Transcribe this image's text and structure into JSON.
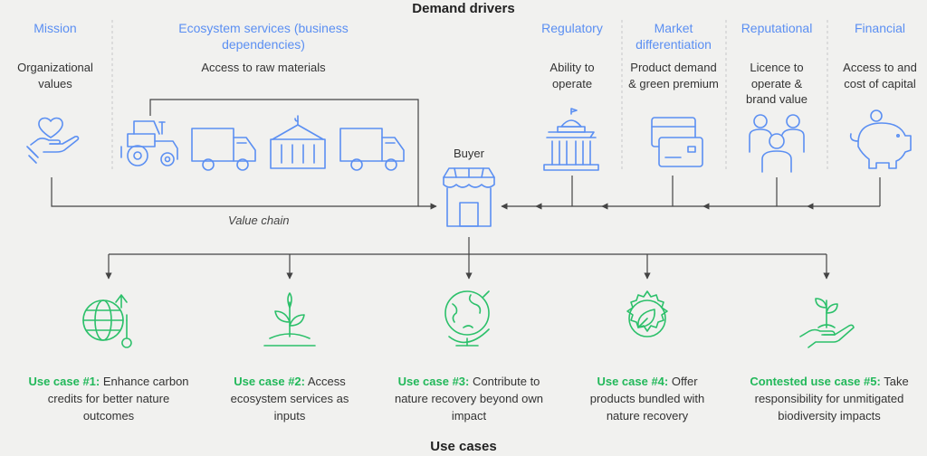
{
  "header": {
    "title": "Demand drivers"
  },
  "footer": {
    "title": "Use cases"
  },
  "drivers": [
    {
      "label": "Mission",
      "desc": "Organizational values",
      "icon": "heart-hand-icon"
    },
    {
      "label": "Ecosystem services (business dependencies)",
      "desc": "Access to raw materials",
      "icon": "tractor-truck-container-icons"
    },
    {
      "label": "Regulatory",
      "desc": "Ability to operate",
      "icon": "government-building-icon"
    },
    {
      "label": "Market differentiation",
      "desc": "Product demand & green premium",
      "icon": "credit-cards-icon"
    },
    {
      "label": "Reputational",
      "desc": "Licence to operate & brand value",
      "icon": "people-group-icon"
    },
    {
      "label": "Financial",
      "desc": "Access to and cost of capital",
      "icon": "piggy-bank-icon"
    }
  ],
  "center": {
    "buyer_label": "Buyer",
    "value_chain_label": "Value chain"
  },
  "use_cases": [
    {
      "title": "Use case #1:",
      "rest": "Enhance carbon credits for better nature outcomes",
      "icon": "globe-thermometer-icon"
    },
    {
      "title": "Use case #2:",
      "rest": "Access ecosystem services as inputs",
      "icon": "sprout-icon"
    },
    {
      "title": "Use case #3:",
      "rest": "Contribute to nature recovery beyond own impact",
      "icon": "globe-stand-icon"
    },
    {
      "title": "Use case #4:",
      "rest": "Offer products bundled with nature recovery",
      "icon": "gear-leaf-icon"
    },
    {
      "title": "Contested use case #5:",
      "rest": "Take responsibility for unmitigated biodiversity impacts",
      "icon": "hand-plant-icon"
    }
  ],
  "colors": {
    "accent_blue": "#5b8ff2",
    "accent_green": "#22b85a",
    "background": "#f1f1ef"
  }
}
